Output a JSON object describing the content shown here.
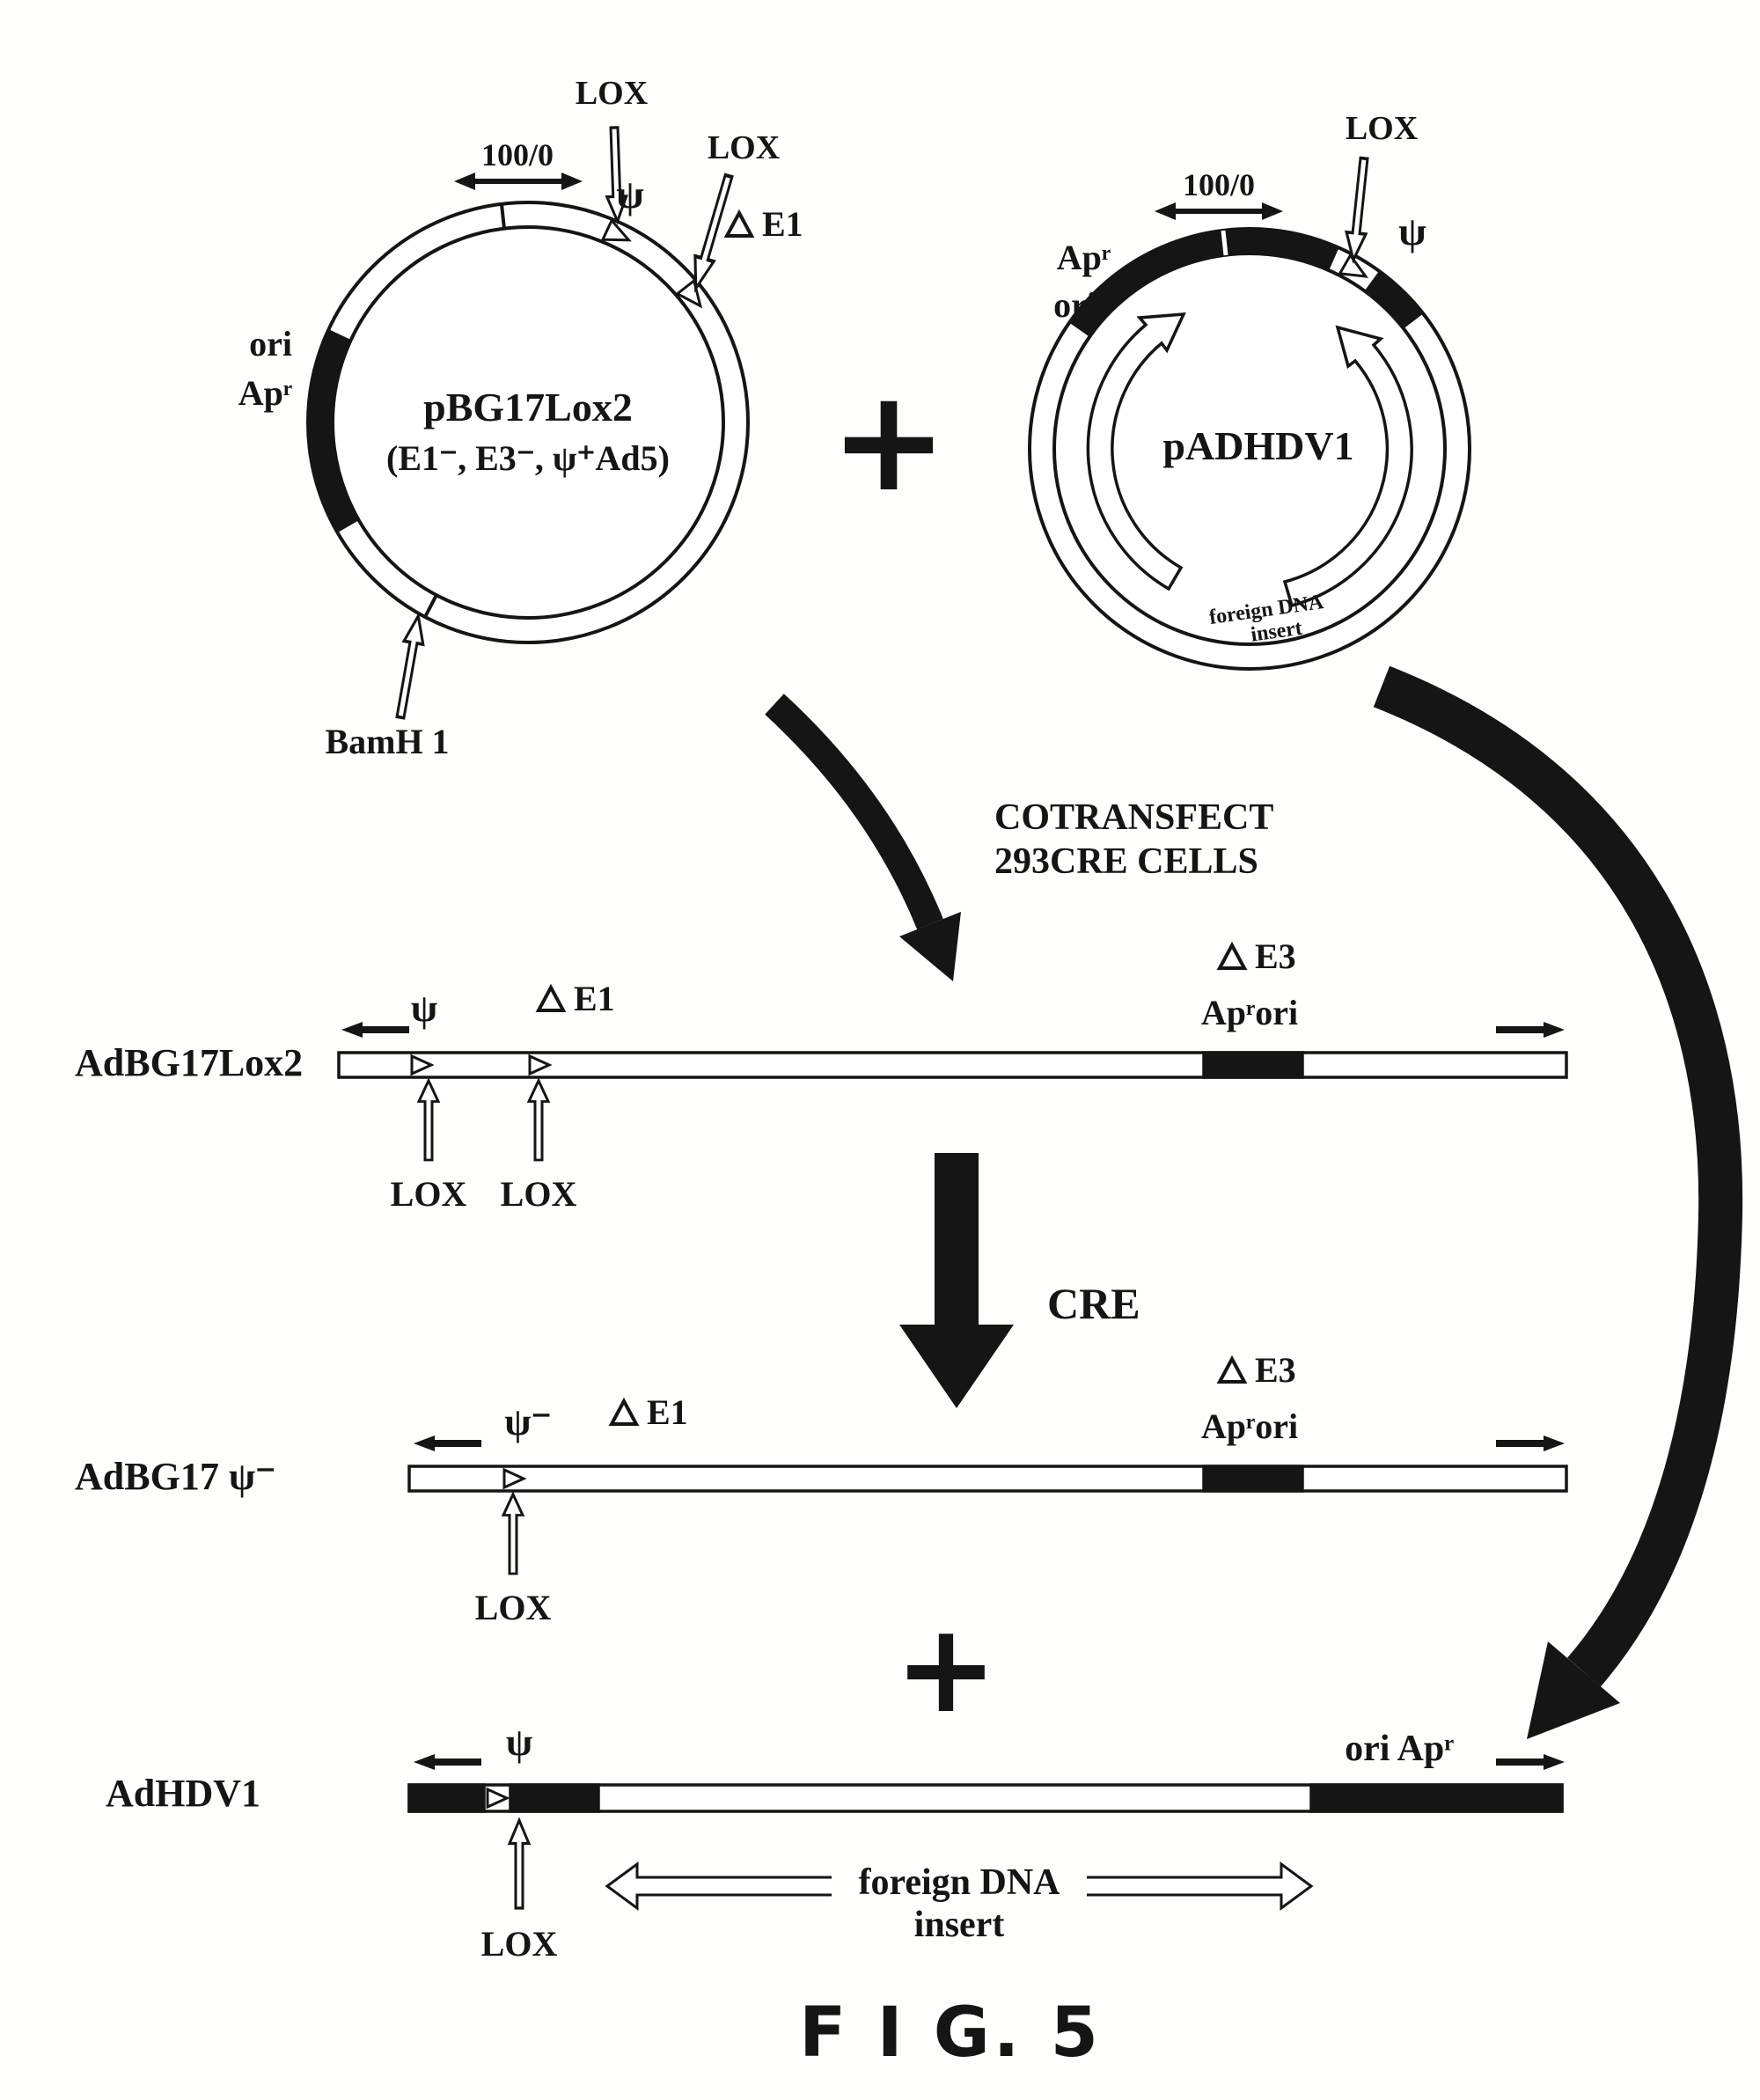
{
  "plasmid1": {
    "name": "pBG17Lox2",
    "genotype": "(E1⁻, E3⁻, ψ⁺Ad5)",
    "map_coord": "100/0",
    "lox_label_1": "LOX",
    "lox_label_2": "LOX",
    "psi_label": "ψ",
    "e1_label": "E1",
    "ori_label": "ori",
    "apr_label": "Apʳ",
    "bamh1_label": "BamH 1"
  },
  "plasmid2": {
    "name": "pADHDV1",
    "map_coord": "100/0",
    "lox_label": "LOX",
    "psi_label": "ψ",
    "apr_label": "Apʳ",
    "ori_label": "ori",
    "insert_label_line1": "foreign DNA",
    "insert_label_line2": "insert"
  },
  "operators": {
    "plus_top": "+",
    "plus_bottom": "+"
  },
  "cotransfect": {
    "line1": "COTRANSFECT",
    "line2": "293CRE CELLS"
  },
  "cre_label": "CRE",
  "map1": {
    "name": "AdBG17Lox2",
    "psi_label": "ψ",
    "e1_label": "E1",
    "e3_label": "E3",
    "apr_ori_label": "Apʳori",
    "lox_label_1": "LOX",
    "lox_label_2": "LOX"
  },
  "map2": {
    "name": "AdBG17 ψ⁻",
    "psi_label": "ψ⁻",
    "e1_label": "E1",
    "e3_label": "E3",
    "apr_ori_label": "Apʳori",
    "lox_label": "LOX"
  },
  "map3": {
    "name": "AdHDV1",
    "psi_label": "ψ",
    "ori_apr_label": "ori Apʳ",
    "insert_label_line1": "foreign DNA",
    "insert_label_line2": "insert",
    "lox_label": "LOX"
  },
  "caption": "F I G. 5"
}
